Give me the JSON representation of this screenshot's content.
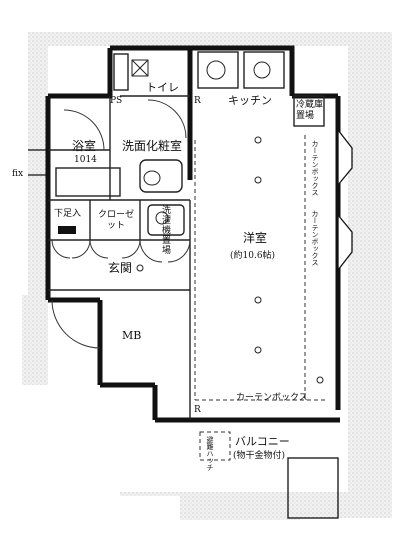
{
  "rooms": {
    "toilet": "トイレ",
    "kitchen": "キッチン",
    "fridge": "冷蔵庫置場",
    "bath": "浴室",
    "bath_size": "1014",
    "washroom": "洗面化粧室",
    "washer": "洗濯機置場",
    "shoe": "下足入",
    "closet": "クローゼット",
    "entrance": "玄関",
    "western": "洋室",
    "western_size": "(約10.6帖)",
    "mb": "MB",
    "ps": "PS",
    "balcony": "バルコニー",
    "balcony_note": "(物干金物付)",
    "fix": "fix",
    "curtain_box": "カーテンボックス",
    "r_mark": "R",
    "vent_hatch": "避難ハッチ"
  },
  "colors": {
    "wall": "#111111",
    "hatch": "#cfcfcf",
    "line": "#222222"
  }
}
